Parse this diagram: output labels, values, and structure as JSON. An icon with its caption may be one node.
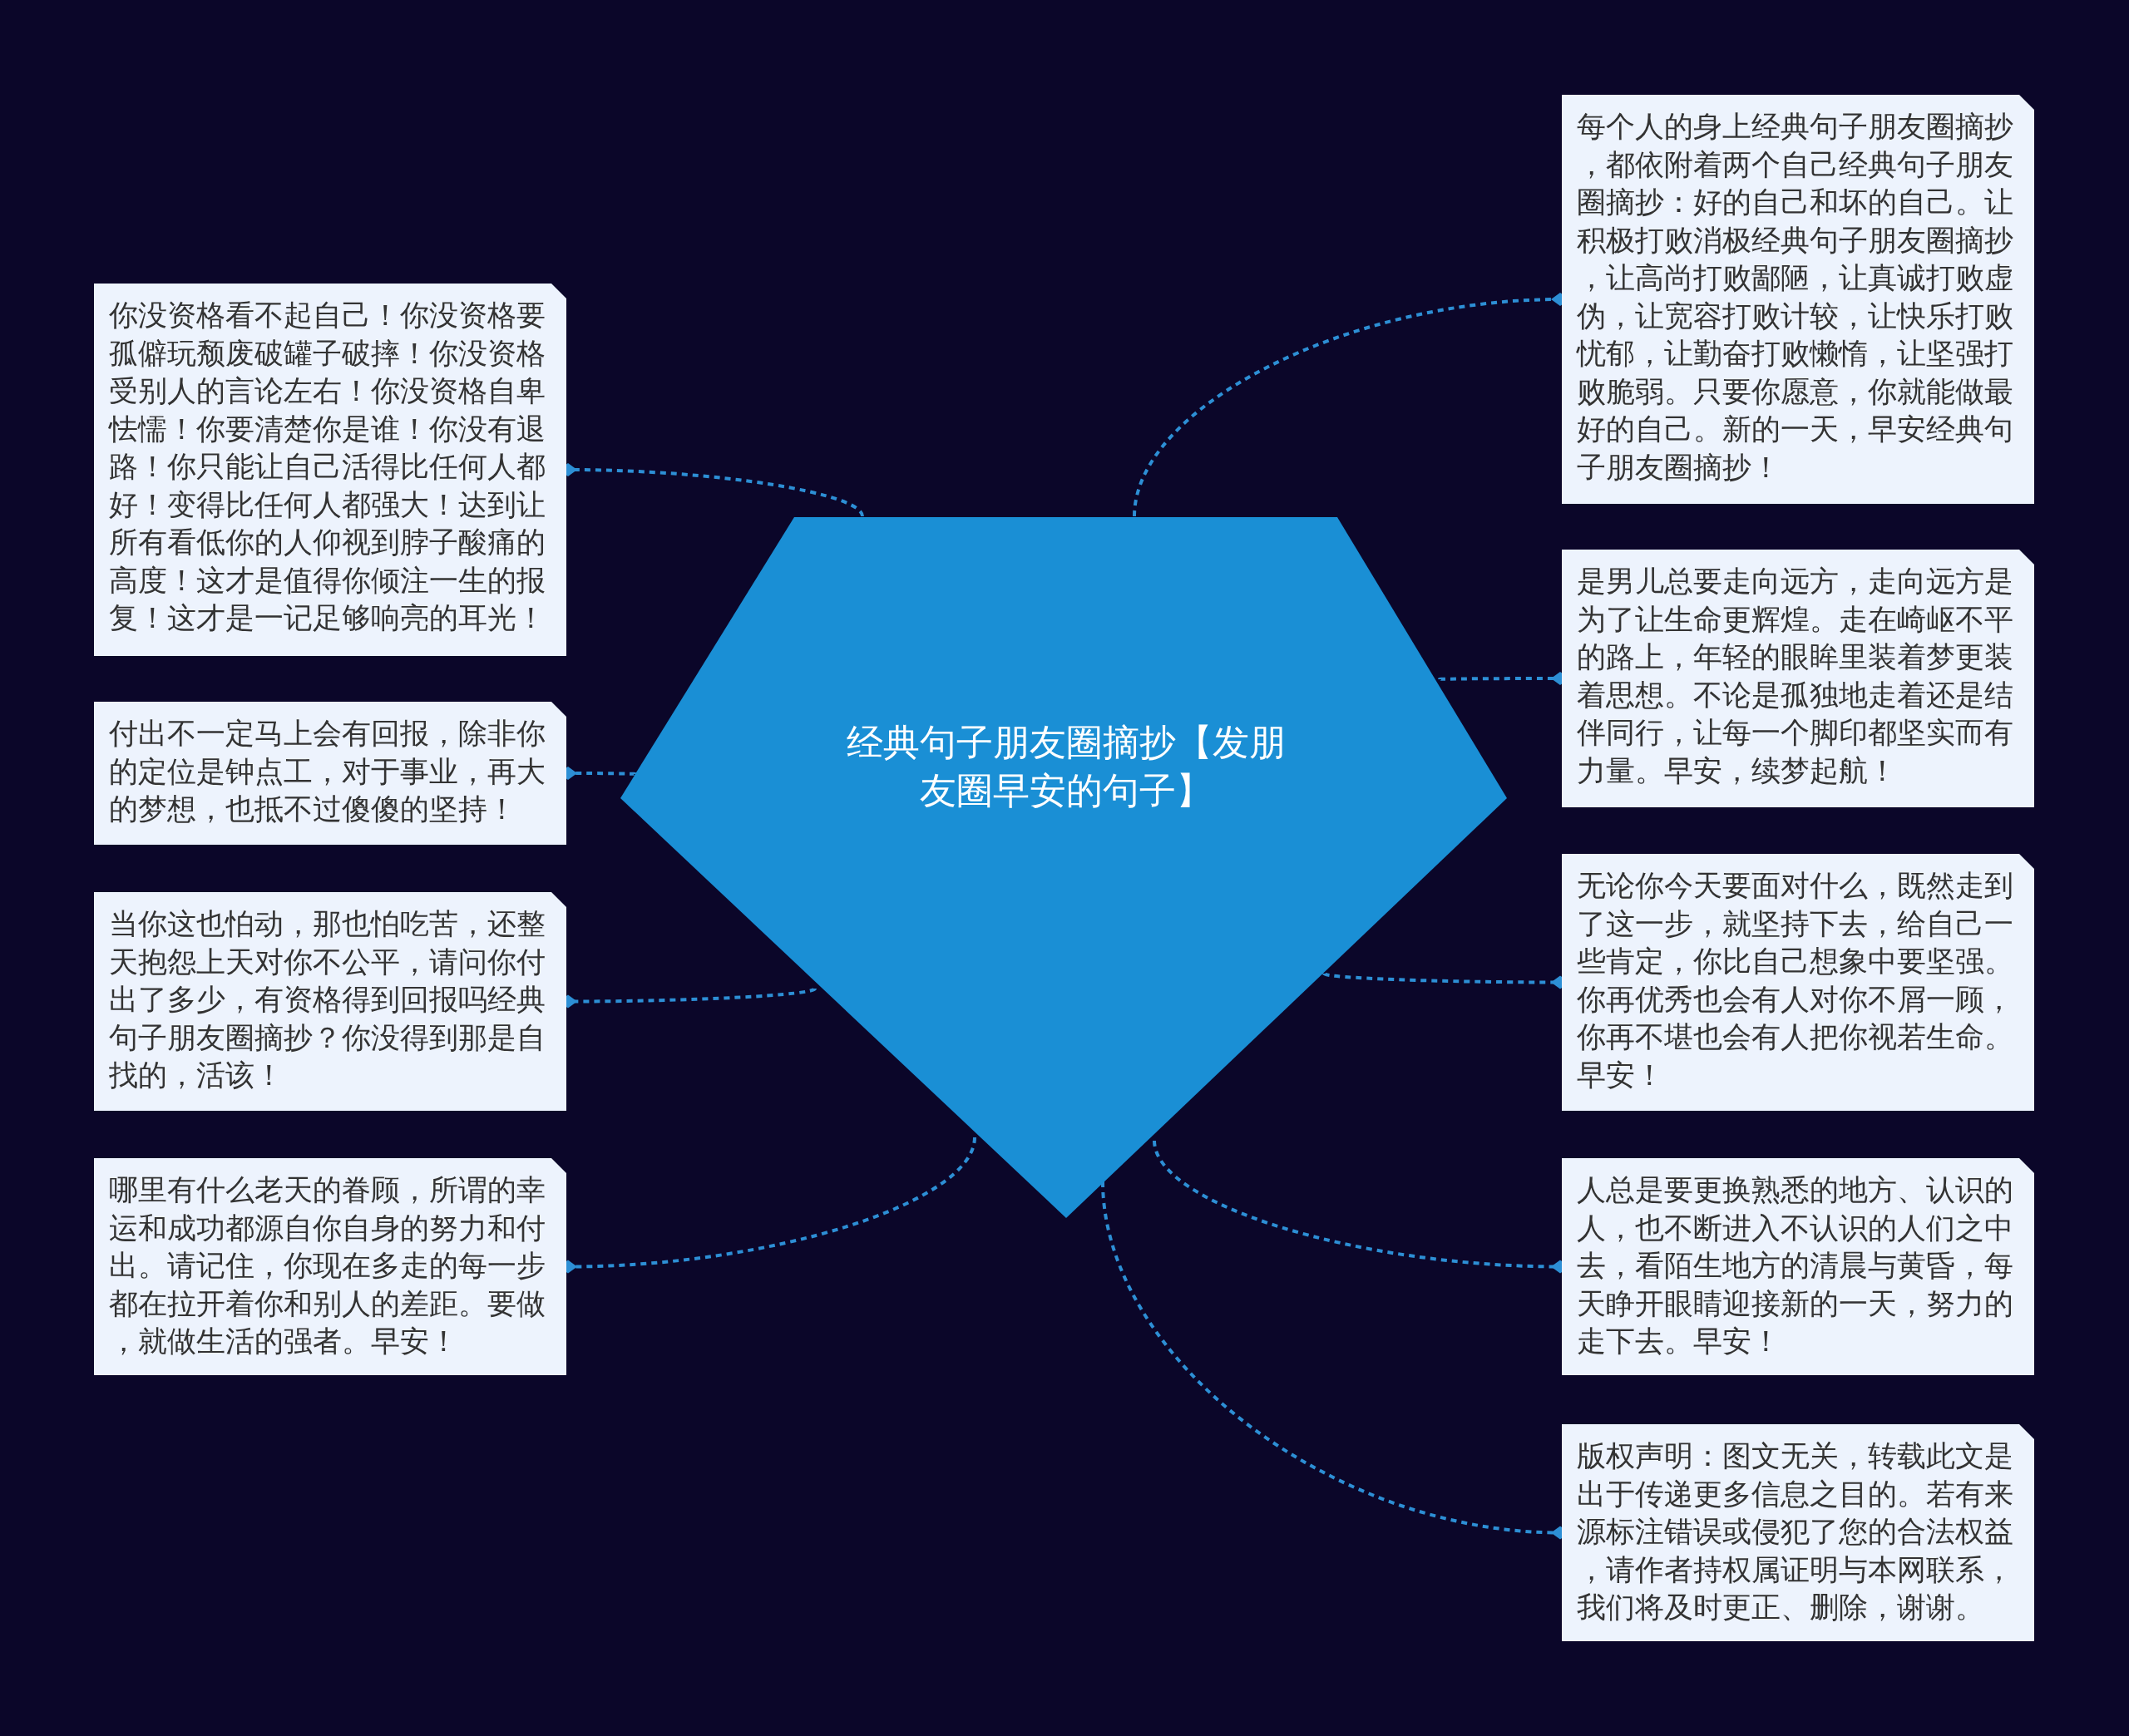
{
  "diagram": {
    "nodes": [
      {
        "text": [
          "经典句子朋友圈摘抄【发朋友圈早安的句子】"
        ]
      },
      {
        "text": [
          "你没资格看不起自己！你没资格要孤僻玩颓废破罐子破摔！你没资格受别人的言论左右！你没资格自卑怯懦！你要清楚你是谁！你没有退路！你只能让自己活得比任何人都好！变得比任何人都强大！达到让所有看低你的人仰视到脖子酸痛的高度！这才是值得你倾注一生的报复！这才是一记足够响亮的耳光！"
        ]
      },
      {
        "text": [
          "付出不一定马上会有回报，除非你的定位是钟点工，对于事业，再大的梦想，也抵不过傻傻的坚持！"
        ]
      },
      {
        "text": [
          "当你这也怕动，那也怕吃苦，还整天抱怨上天对你不公平，请问你付出了多少，有资格得到回报吗经典句子朋友圈摘抄？你没得到那是自找的，活该！"
        ]
      },
      {
        "text": [
          "哪里有什么老天的眷顾，所谓的幸运和成功都源自你自身的努力和付出。请记住，你现在多走的每一步都在拉开着你和别人的差距。要做，就做生活的强者。早安！"
        ]
      },
      {
        "text": [
          "每个人的身上经典句子朋友圈摘抄，都依附着两个自己经典句子朋友圈摘抄：好的自己和坏的自己。让积极打败消极经典句子朋友圈摘抄，让高尚打败鄙陋，让真诚打败虚伪，让宽容打败计较，让快乐打败忧郁，让勤奋打败懒惰，让坚强打败脆弱。只要你愿意，你就能做最好的自己。新的一天，早安经典句子朋友圈摘抄！"
        ]
      },
      {
        "text": [
          "是男儿总要走向远方，走向远方是为了让生命更辉煌。走在崎岖不平的路上，年轻的眼眸里装着梦更装着思想。不论是孤独地走着还是结伴同行，让每一个脚印都坚实而有力量。早安，续梦起航！"
        ]
      },
      {
        "text": [
          "无论你今天要面对什么，既然走到了这一步，就坚持下去，给自己一些肯定，你比自己想象中要坚强。你再优秀也会有人对你不屑一顾，你再不堪也会有人把你视若生命。早安！"
        ]
      },
      {
        "text": [
          "人总是要更换熟悉的地方、认识的人，也不断进入不认识的人们之中去，看陌生地方的清晨与黄昏，每天睁开眼睛迎接新的一天，努力的走下去。早安！"
        ]
      },
      {
        "text": [
          "版权声明：图文无关，转载此文是出于传递更多信息之目的。若有来源标注错误或侵犯了您的合法权益，请作者持权属证明与本网联系，我们将及时更正、删除，谢谢。"
        ]
      }
    ],
    "edges": [
      {
        "from": 0,
        "to": 1,
        "arrow": "other",
        "style": "dashed"
      },
      {
        "from": 0,
        "to": 2,
        "arrow": "other",
        "style": "dashed"
      },
      {
        "from": 0,
        "to": 3,
        "arrow": "other",
        "style": "dashed"
      },
      {
        "from": 0,
        "to": 4,
        "arrow": "other",
        "style": "dashed"
      },
      {
        "from": 0,
        "to": 5,
        "arrow": "other",
        "style": "dashed"
      },
      {
        "from": 0,
        "to": 6,
        "arrow": "other",
        "style": "dashed"
      },
      {
        "from": 0,
        "to": 7,
        "arrow": "other",
        "style": "dashed"
      },
      {
        "from": 0,
        "to": 8,
        "arrow": "other",
        "style": "dashed"
      },
      {
        "from": 0,
        "to": 9,
        "arrow": "other",
        "style": "dashed"
      }
    ]
  }
}
